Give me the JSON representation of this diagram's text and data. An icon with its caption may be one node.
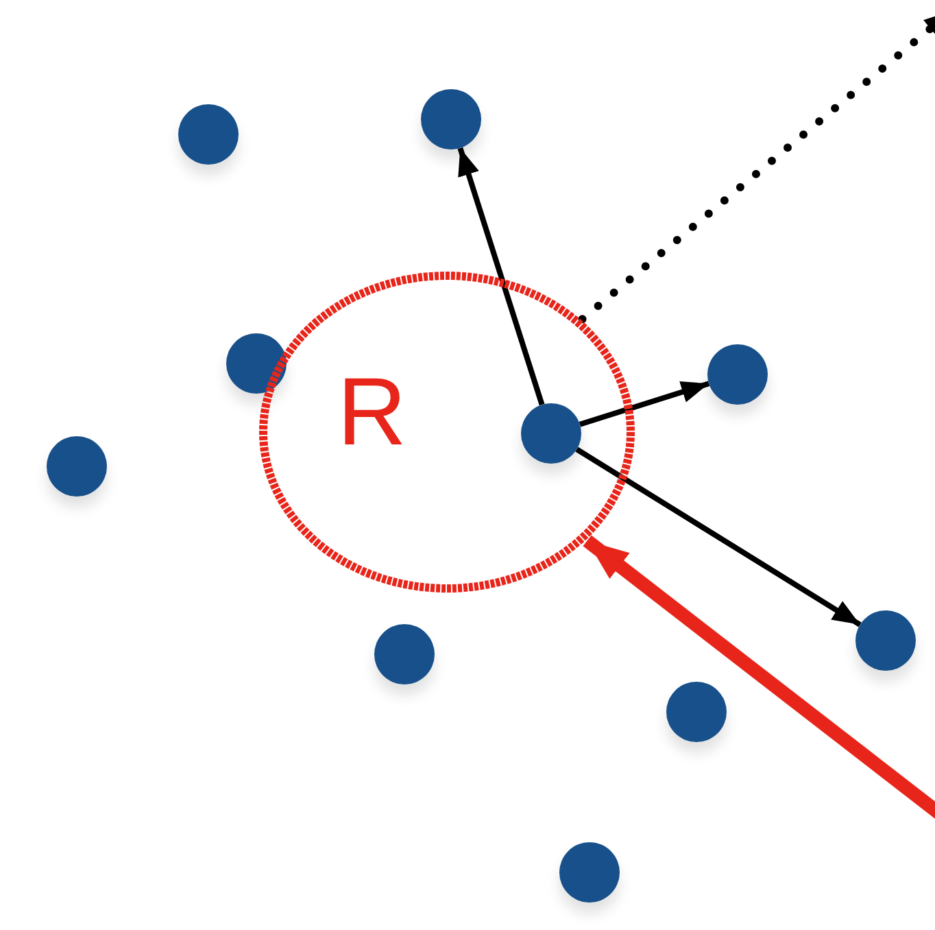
{
  "diagram": {
    "nodes": [
      {
        "text": [],
        "shape": "circle"
      },
      {
        "text": [],
        "shape": "circle"
      },
      {
        "text": [],
        "shape": "circle"
      },
      {
        "text": [],
        "shape": "circle"
      },
      {
        "text": [
          "R"
        ]
      },
      {
        "text": [],
        "shape": "circle",
        "in": 4
      },
      {
        "text": [],
        "shape": "circle"
      },
      {
        "text": [],
        "shape": "circle"
      },
      {
        "text": [],
        "shape": "circle"
      },
      {
        "text": [],
        "shape": "circle"
      },
      {
        "text": [],
        "shape": "circle"
      }
    ],
    "edges": [
      {
        "from": 5,
        "to": 0,
        "arrow": "to"
      },
      {
        "from": 5,
        "to": 3,
        "arrow": "to"
      },
      {
        "from": 5,
        "to": 7,
        "arrow": "to"
      },
      {
        "from": 4,
        "to": null,
        "arrow": "to",
        "style": "dashed"
      },
      {
        "from": null,
        "to": 4,
        "arrow": "to",
        "style": "thick",
        "color": "#e8251a"
      }
    ]
  }
}
